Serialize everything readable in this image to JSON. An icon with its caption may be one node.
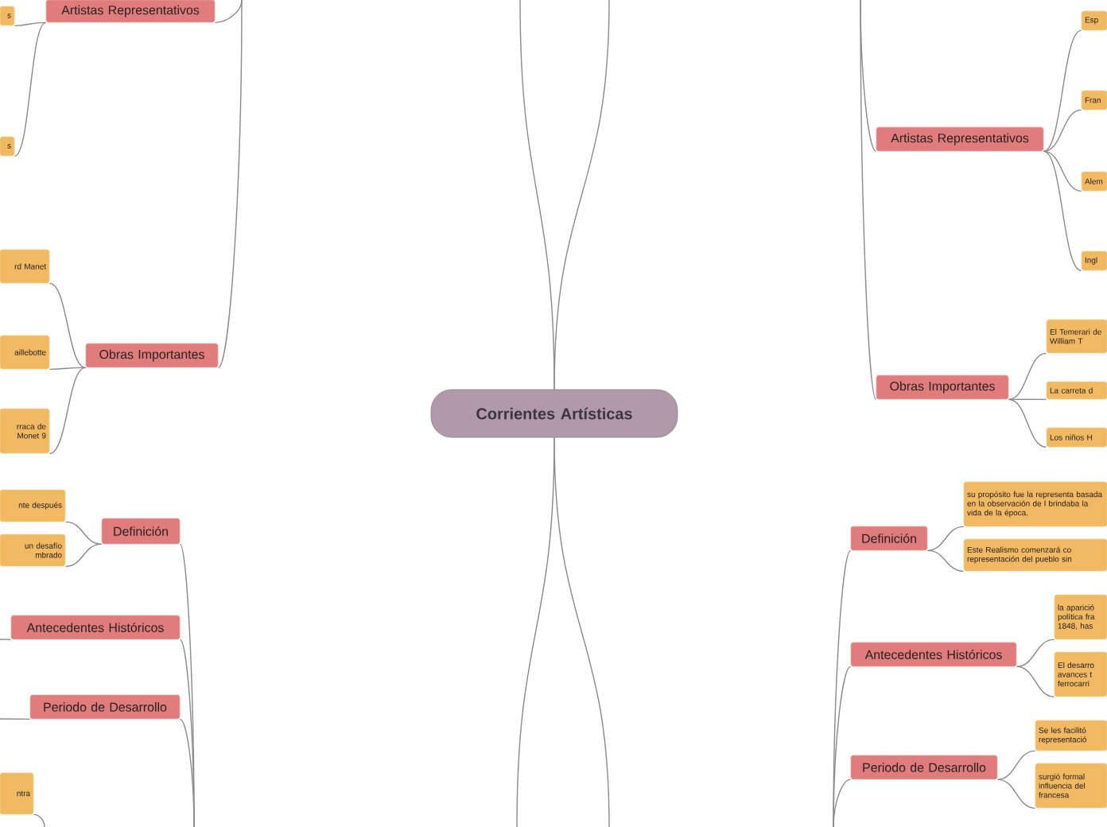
{
  "diagram": {
    "nodes": [
      {
        "text": [
          "Corrientes Artísticas"
        ]
      },
      {
        "text": [
          "Artistas Representativos"
        ]
      },
      {
        "text": [
          "s"
        ]
      },
      {
        "text": [
          "s"
        ]
      },
      {
        "text": [
          "Obras Importantes"
        ]
      },
      {
        "text": [
          "rd Manet"
        ]
      },
      {
        "text": [
          "aillebotte"
        ]
      },
      {
        "text": [
          "rraca de Monet 9"
        ]
      },
      {
        "text": [
          "Definición"
        ]
      },
      {
        "text": [
          "nte después"
        ]
      },
      {
        "text": [
          "un desafío mbrado"
        ]
      },
      {
        "text": [
          "Antecedentes Históricos"
        ]
      },
      {
        "text": [
          "Periodo de Desarrollo"
        ]
      },
      {
        "text": [
          "ntra"
        ]
      },
      {
        "text": [
          "Artistas Representativos"
        ]
      },
      {
        "text": [
          "Esp"
        ]
      },
      {
        "text": [
          "Fran"
        ]
      },
      {
        "text": [
          "Alem"
        ]
      },
      {
        "text": [
          "Ingl"
        ]
      },
      {
        "text": [
          "Obras Importantes"
        ]
      },
      {
        "text": [
          "El Temerari de William T"
        ]
      },
      {
        "text": [
          "La carreta d"
        ]
      },
      {
        "text": [
          "Los niños H"
        ]
      },
      {
        "text": [
          "Definición"
        ]
      },
      {
        "text": [
          "su propósito fue la representa basada en la observación de l brindaba la vida de la época."
        ]
      },
      {
        "text": [
          "Este Realismo comenzará co representación del pueblo sin"
        ]
      },
      {
        "text": [
          "Antecedentes Históricos"
        ]
      },
      {
        "text": [
          "la aparició política fra 1848, has"
        ]
      },
      {
        "text": [
          "El desarro avances t ferrocarri"
        ]
      },
      {
        "text": [
          "Periodo de Desarrollo"
        ]
      },
      {
        "text": [
          "Se les facilitó representació"
        ]
      },
      {
        "text": [
          "surgió formal influencia del francesa"
        ]
      }
    ],
    "edges": [
      {
        "from": 0,
        "to": null,
        "arrow": "none"
      },
      {
        "from": 0,
        "to": null,
        "arrow": "none"
      },
      {
        "from": 0,
        "to": null,
        "arrow": "none"
      },
      {
        "from": 0,
        "to": null,
        "arrow": "none"
      },
      {
        "from": null,
        "to": 1,
        "arrow": "none"
      },
      {
        "from": null,
        "to": 4,
        "arrow": "none"
      },
      {
        "from": 1,
        "to": 2,
        "arrow": "none"
      },
      {
        "from": 1,
        "to": 3,
        "arrow": "none"
      },
      {
        "from": 4,
        "to": 5,
        "arrow": "none"
      },
      {
        "from": 4,
        "to": 6,
        "arrow": "none"
      },
      {
        "from": 4,
        "to": 7,
        "arrow": "none"
      },
      {
        "from": null,
        "to": 8,
        "arrow": "none"
      },
      {
        "from": null,
        "to": 11,
        "arrow": "none"
      },
      {
        "from": null,
        "to": 12,
        "arrow": "none"
      },
      {
        "from": 8,
        "to": 9,
        "arrow": "none"
      },
      {
        "from": 8,
        "to": 10,
        "arrow": "none"
      },
      {
        "from": 11,
        "to": null,
        "arrow": "none"
      },
      {
        "from": 12,
        "to": null,
        "arrow": "none"
      },
      {
        "from": null,
        "to": 13,
        "arrow": "none"
      },
      {
        "from": null,
        "to": 14,
        "arrow": "none"
      },
      {
        "from": null,
        "to": 19,
        "arrow": "none"
      },
      {
        "from": 14,
        "to": 15,
        "arrow": "none"
      },
      {
        "from": 14,
        "to": 16,
        "arrow": "none"
      },
      {
        "from": 14,
        "to": 17,
        "arrow": "none"
      },
      {
        "from": 14,
        "to": 18,
        "arrow": "none"
      },
      {
        "from": 19,
        "to": 20,
        "arrow": "none"
      },
      {
        "from": 19,
        "to": 21,
        "arrow": "none"
      },
      {
        "from": 19,
        "to": 22,
        "arrow": "none"
      },
      {
        "from": null,
        "to": 23,
        "arrow": "none"
      },
      {
        "from": null,
        "to": 26,
        "arrow": "none"
      },
      {
        "from": null,
        "to": 29,
        "arrow": "none"
      },
      {
        "from": 23,
        "to": 24,
        "arrow": "none"
      },
      {
        "from": 23,
        "to": 25,
        "arrow": "none"
      },
      {
        "from": 26,
        "to": 27,
        "arrow": "none"
      },
      {
        "from": 26,
        "to": 28,
        "arrow": "none"
      },
      {
        "from": 29,
        "to": 30,
        "arrow": "none"
      },
      {
        "from": 29,
        "to": 31,
        "arrow": "none"
      }
    ]
  }
}
